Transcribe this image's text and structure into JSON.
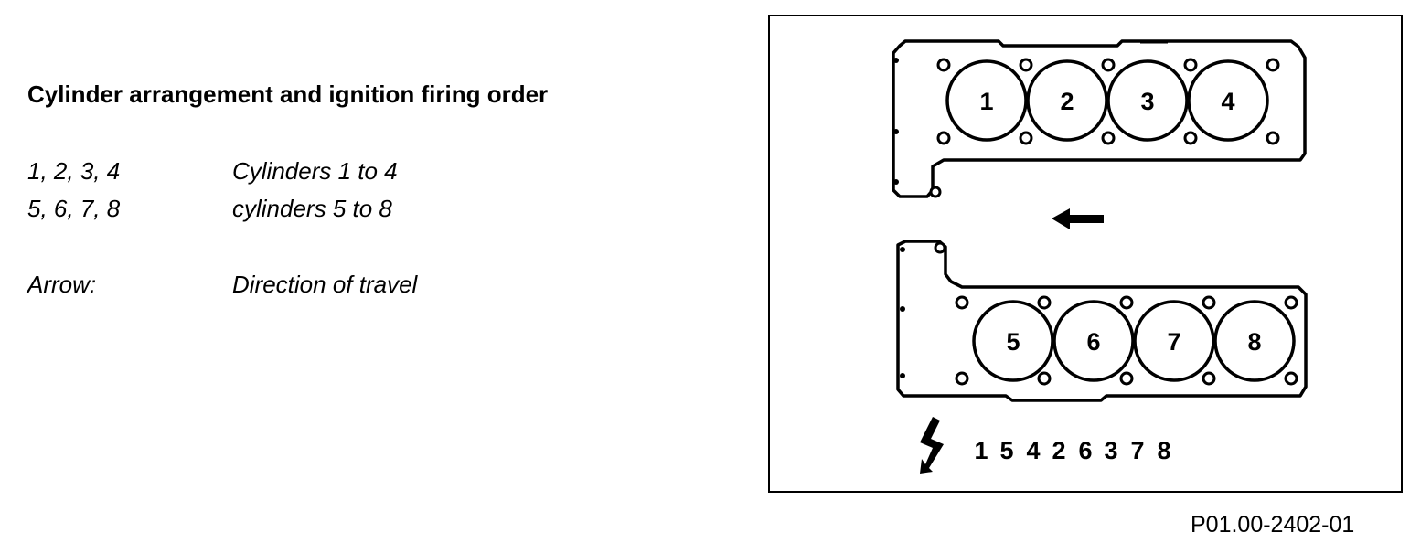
{
  "title": "Cylinder arrangement and ignition firing order",
  "legend": [
    {
      "key": "1, 2, 3, 4",
      "value": "Cylinders 1 to 4"
    },
    {
      "key": "5, 6, 7, 8",
      "value": "cylinders 5 to 8"
    },
    {
      "key": "Arrow:",
      "value": "Direction of travel"
    }
  ],
  "diagram": {
    "bank_upper": [
      "1",
      "2",
      "3",
      "4"
    ],
    "bank_lower": [
      "5",
      "6",
      "7",
      "8"
    ],
    "firing_order": [
      "1",
      "5",
      "4",
      "2",
      "6",
      "3",
      "7",
      "8"
    ],
    "arrow_direction": "left",
    "ignition_symbol": "lightning-bolt-icon"
  },
  "figure_reference": "P01.00-2402-01"
}
